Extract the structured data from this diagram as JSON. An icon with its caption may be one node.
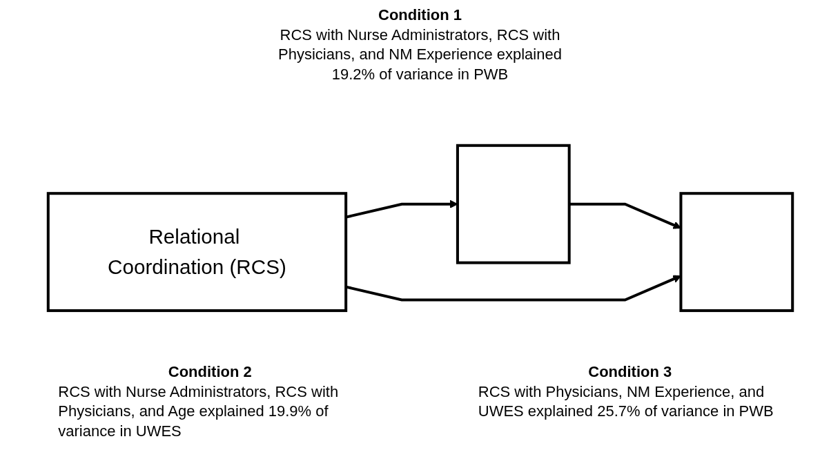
{
  "diagram": {
    "nodes": [
      {
        "text": [
          "Relational Coordination (RCS)"
        ]
      },
      {
        "text": [],
        "shape": "box"
      },
      {
        "text": [],
        "shape": "box"
      }
    ],
    "edges": [
      {
        "from": 0,
        "to": 1,
        "arrow": "to"
      },
      {
        "from": 1,
        "to": 2,
        "arrow": "to"
      },
      {
        "from": 0,
        "to": 2,
        "arrow": "to"
      }
    ],
    "labels": [
      "Condition 1",
      "RCS with Nurse Administrators, RCS with Physicians, and NM Experience explained 19.2% of variance in PWB",
      "Condition 2",
      "RCS with Nurse Administrators, RCS with Physicians, and Age explained 19.9% of variance in UWES",
      "Condition 3",
      "RCS with Physicians, NM Experience, and UWES explained 25.7% of variance in PWB"
    ]
  }
}
